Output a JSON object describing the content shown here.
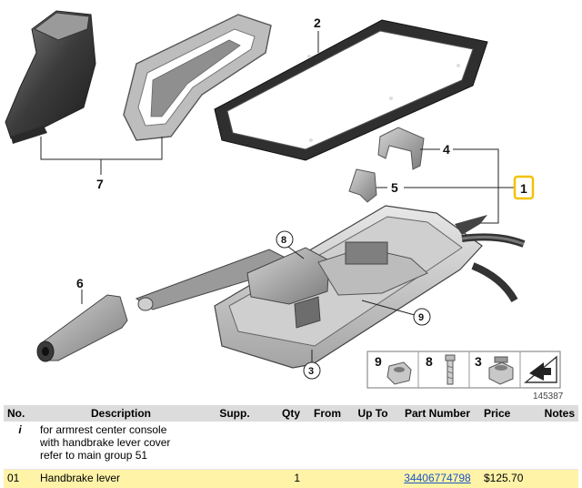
{
  "callouts": {
    "c1": "1",
    "c2": "2",
    "c3": "3",
    "c4": "4",
    "c5": "5",
    "c6": "6",
    "c7": "7",
    "c8": "8",
    "c9": "9"
  },
  "legend": {
    "items": [
      {
        "num": "9",
        "icon": "nut-icon"
      },
      {
        "num": "8",
        "icon": "bolt-icon"
      },
      {
        "num": "3",
        "icon": "lock-nut-icon"
      }
    ],
    "corner_icon": "arrow-corner-icon"
  },
  "diagram_ref": "145387",
  "colors": {
    "highlight_row": "#fff3a8",
    "callout_box": "#f2c200",
    "link": "#1a56c4",
    "header_bg": "#dcdcdc"
  },
  "table": {
    "headers": {
      "no": "No.",
      "description": "Description",
      "supp": "Supp.",
      "qty": "Qty",
      "from": "From",
      "upto": "Up To",
      "part_number": "Part Number",
      "price": "Price",
      "notes": "Notes"
    },
    "info_row": {
      "no": "i",
      "lines": [
        "for armrest center console",
        "with handbrake lever cover",
        "refer to main group 51"
      ]
    },
    "parts": [
      {
        "no": "01",
        "description": "Handbrake lever",
        "supp": "",
        "qty": "1",
        "from": "",
        "upto": "",
        "part_number": "34406774798",
        "price": "$125.70",
        "notes": ""
      }
    ]
  }
}
